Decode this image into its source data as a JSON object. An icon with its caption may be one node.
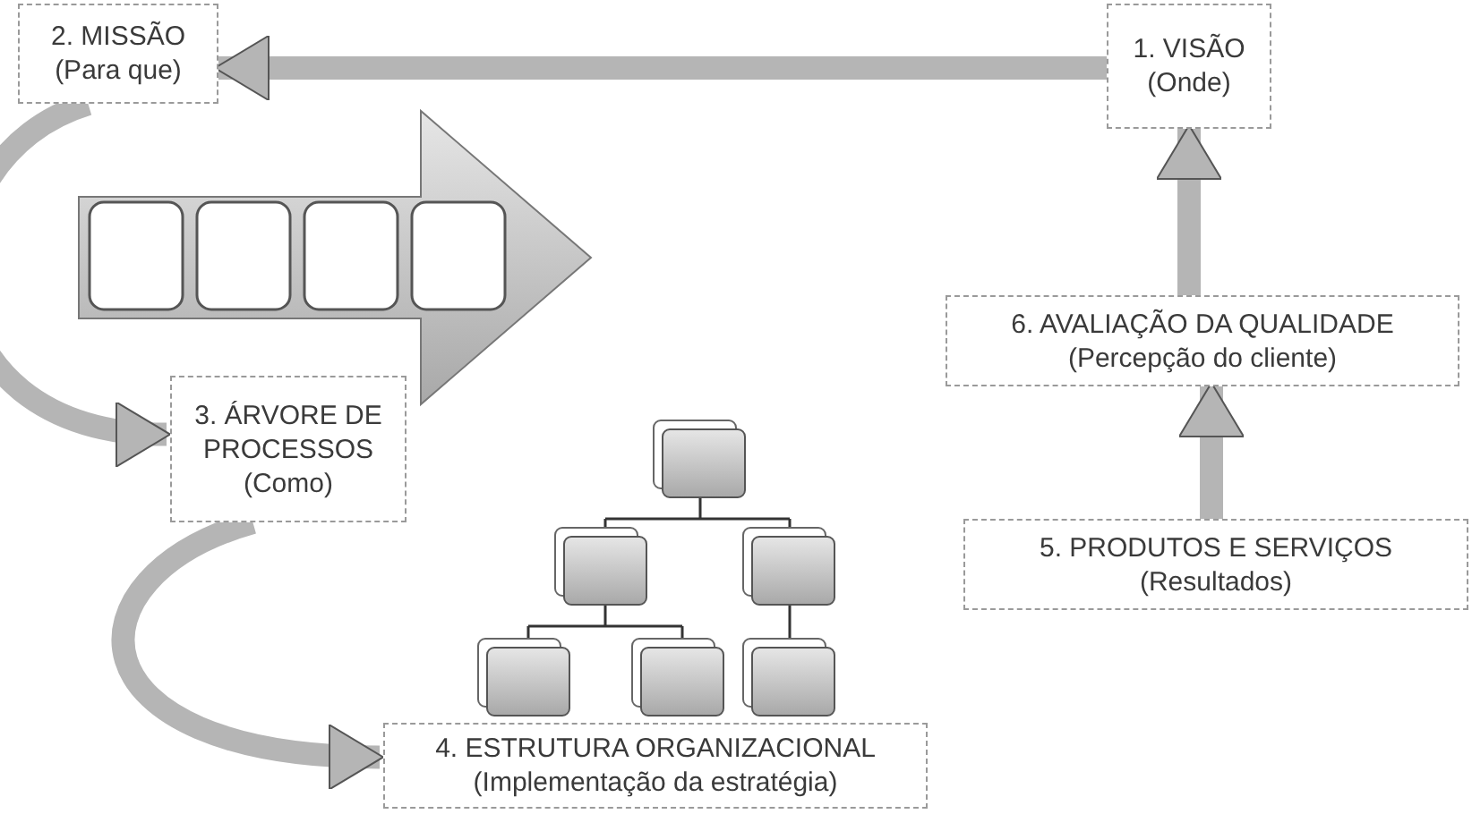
{
  "diagram": {
    "nodes": [
      {
        "text": [
          "2. MISSÃO",
          "(Para que)"
        ]
      },
      {
        "text": [
          "1. VISÃO",
          "(Onde)"
        ]
      },
      {
        "text": [
          "6. AVALIAÇÃO DA QUALIDADE",
          "(Percepção do cliente)"
        ]
      },
      {
        "text": [
          "3. ÁRVORE DE PROCESSOS",
          "(Como)"
        ]
      },
      {
        "text": [
          "5. PRODUTOS E SERVIÇOS",
          "(Resultados)"
        ]
      },
      {
        "text": [
          "4. ESTRUTURA ORGANIZACIONAL",
          "(Implementação da estratégia)"
        ]
      }
    ],
    "edges": [
      {
        "from": 1,
        "to": 0,
        "arrow": "to"
      },
      {
        "from": 0,
        "to": 3,
        "arrow": "to"
      },
      {
        "from": 3,
        "to": 5,
        "arrow": "to"
      },
      {
        "from": 4,
        "to": 2,
        "arrow": "to"
      },
      {
        "from": 2,
        "to": 1,
        "arrow": "to"
      }
    ]
  }
}
